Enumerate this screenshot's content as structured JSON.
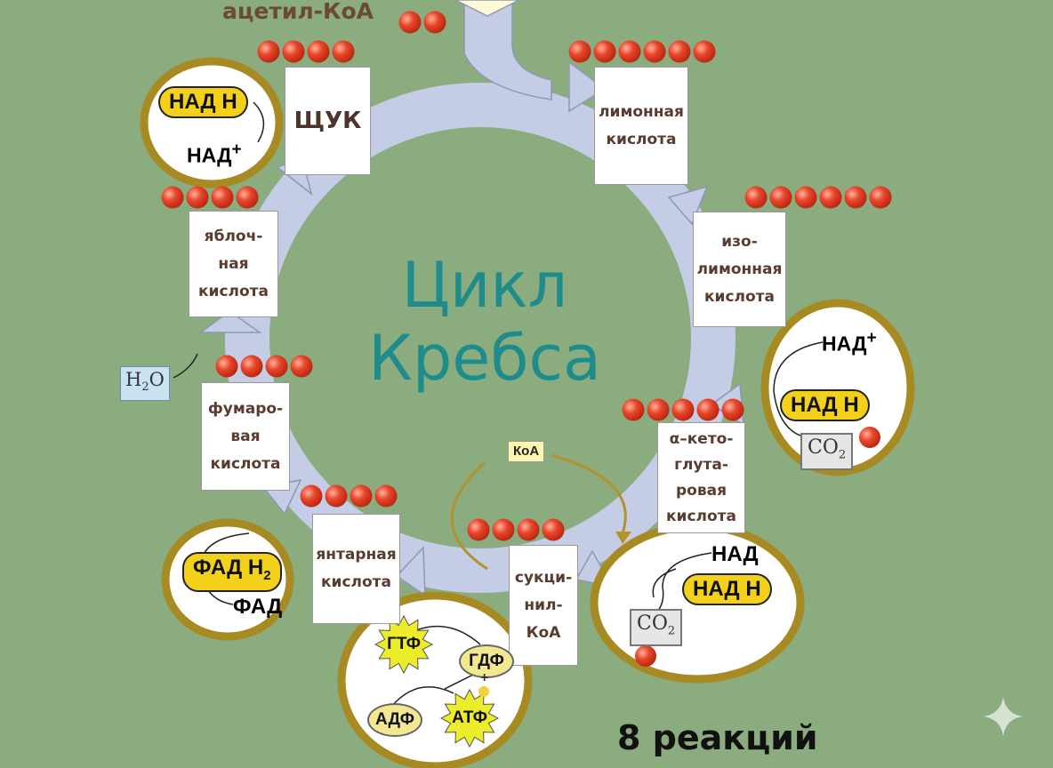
{
  "title": [
    "Цикл",
    "Кребса"
  ],
  "entry": "ацетил-КоА",
  "reactions": "8 реакций",
  "compounds": {
    "oaa": [
      "ЩУК"
    ],
    "citric": [
      "лимонная",
      "кислота"
    ],
    "isocitric": [
      "изо-",
      "лимонная",
      "кислота"
    ],
    "akg": [
      "α–кето-",
      "глута-",
      "ровая",
      "кислота"
    ],
    "succoa": [
      "сукци-",
      "нил-",
      "КоА"
    ],
    "succinic": [
      "янтарная",
      "кислота"
    ],
    "fumaric": [
      "фумаро-",
      "вая",
      "кислота"
    ],
    "malic": [
      "яблоч-",
      "ная",
      "кислота"
    ]
  },
  "cofactors": {
    "nadh": "НАД Н",
    "nad_plus": "НАД",
    "nad": "НАД",
    "fadh2": "ФАД Н",
    "fadh2_sub": "2",
    "fad": "ФАД",
    "co2": "CO",
    "co2_sub": "2",
    "h2o_h": "H",
    "h2o_sub": "2",
    "h2o_o": "O",
    "koa": "КоА",
    "gtp": "ГТФ",
    "gdp": "ГДФ",
    "adp": "АДФ",
    "atp": "АТФ",
    "plus": "+"
  },
  "carbon_counts": {
    "acetyl": 2,
    "oaa": 4,
    "citric": 6,
    "isocitric": 6,
    "akg": 5,
    "succoa": 4,
    "succinic": 4,
    "fumaric": 4,
    "malic": 4
  },
  "colors": {
    "background": "#8aac7e",
    "cycle_arrow": "#c5cce6",
    "title": "#1f8c8c",
    "highlight": "#f3d11b",
    "circle_ring": "#a88a22",
    "carbon": "#e4472a"
  },
  "icons": [
    "sparkle-icon"
  ]
}
